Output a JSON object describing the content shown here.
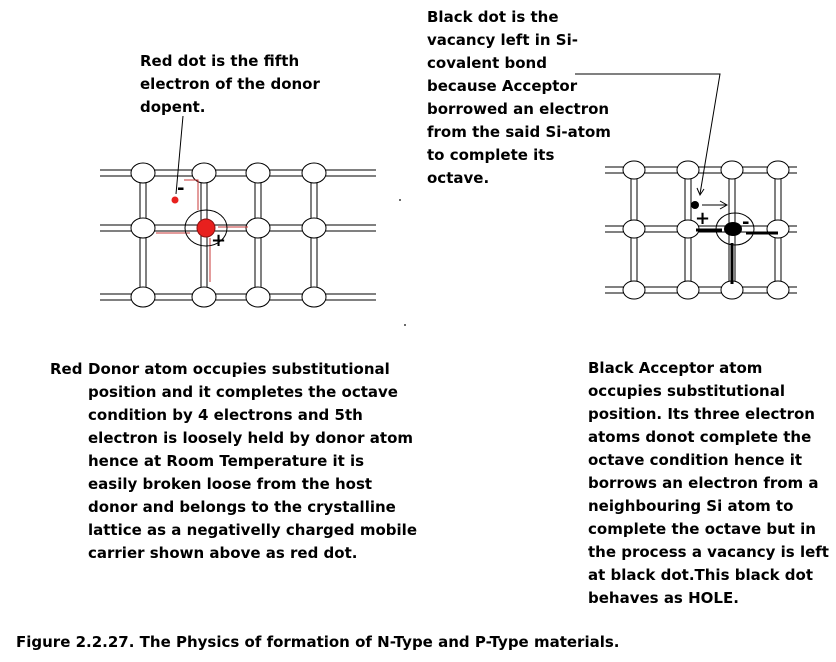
{
  "notes": {
    "red_dot": [
      "Red dot is the fifth",
      "electron of the donor",
      "dopent."
    ],
    "black_dot": [
      "Black dot is the",
      "vacancy left in Si-",
      "covalent bond",
      "because Acceptor",
      "borrowed an electron",
      "from the said Si-atom",
      "to complete its",
      "octave."
    ]
  },
  "donor_lattice": {
    "minus_sign": "-",
    "plus_sign": "+",
    "colors": {
      "electron": "#e8201e",
      "bond_highlight": "#c83a3a",
      "lattice": "#000000"
    }
  },
  "acceptor_lattice": {
    "minus_sign": "-",
    "plus_sign": "+",
    "colors": {
      "hole": "#000000",
      "lattice": "#000000"
    }
  },
  "descriptions": {
    "red_label": "Red",
    "donor": [
      "Donor atom occupies substitutional",
      "position and it completes the octave",
      "condition by 4 electrons and 5th",
      "electron is loosely held by donor atom",
      "hence at Room Temperature it is",
      "easily broken loose from the host",
      "donor and belongs to the crystalline",
      "lattice as a negativelly charged mobile",
      "carrier shown above as red dot."
    ],
    "acceptor": [
      "Black Acceptor atom",
      "occupies substitutional",
      "position. Its three electron",
      "atoms donot complete the",
      "octave condition hence it",
      "borrows an electron from a",
      "neighbouring Si atom to",
      "complete the octave but in",
      "the process a vacancy is left",
      "at black dot.This black dot",
      "behaves as HOLE."
    ]
  },
  "caption": "Figure 2.2.27. The Physics of formation of N-Type and P-Type materials."
}
